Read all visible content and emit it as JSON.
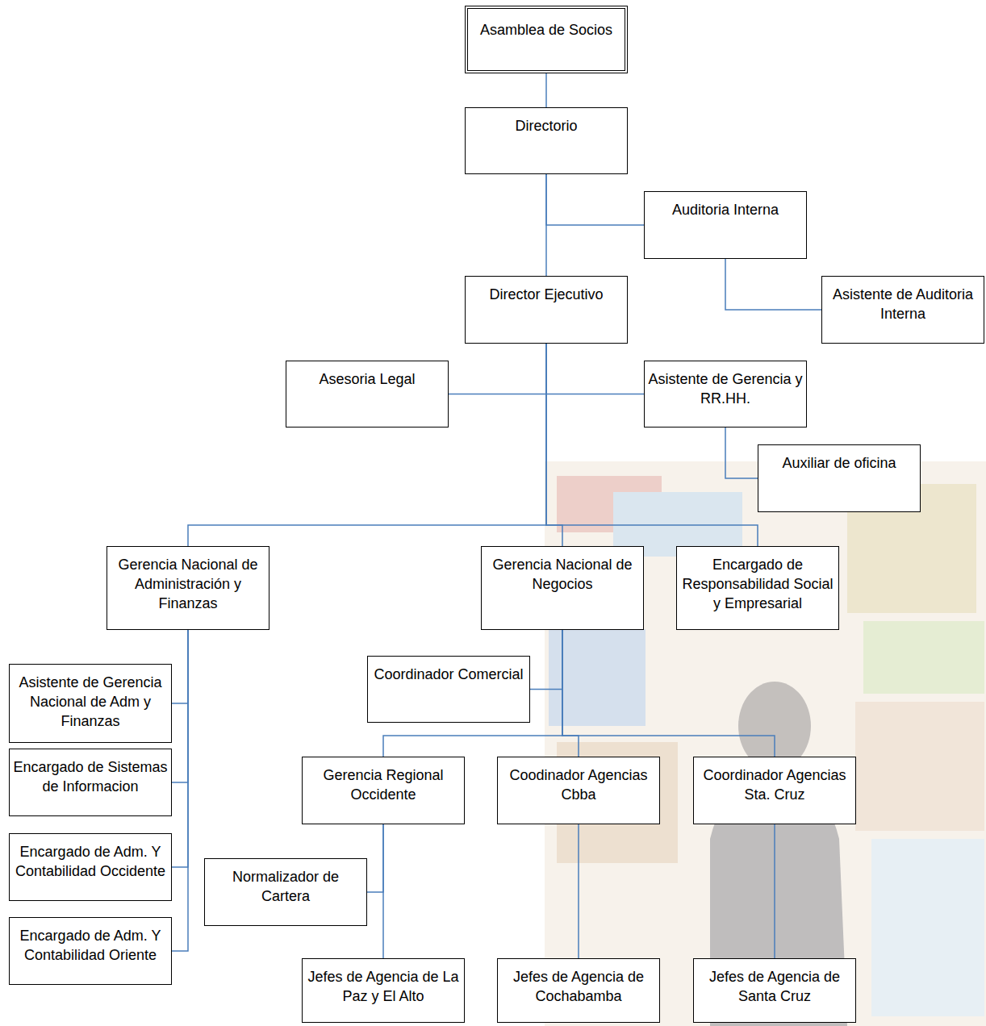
{
  "diagram": {
    "nodes": [
      {
        "text": [
          "Asamblea de Socios"
        ]
      },
      {
        "text": [
          "Directorio"
        ]
      },
      {
        "text": [
          "Auditoria Interna"
        ]
      },
      {
        "text": [
          "Asistente de Auditoria Interna"
        ]
      },
      {
        "text": [
          "Director Ejecutivo"
        ]
      },
      {
        "text": [
          "Asesoria Legal"
        ]
      },
      {
        "text": [
          "Asistente de Gerencia y RR.HH."
        ]
      },
      {
        "text": [
          "Auxiliar de oficina"
        ]
      },
      {
        "text": [
          "Gerencia Nacional de Administración y Finanzas"
        ]
      },
      {
        "text": [
          "Gerencia Nacional de Negocios"
        ]
      },
      {
        "text": [
          "Encargado de Responsabilidad Social y Empresarial"
        ]
      },
      {
        "text": [
          "Asistente de Gerencia Nacional de Adm y Finanzas"
        ]
      },
      {
        "text": [
          "Coordinador Comercial"
        ]
      },
      {
        "text": [
          "Encargado de Sistemas de Informacion"
        ]
      },
      {
        "text": [
          "Gerencia Regional Occidente"
        ]
      },
      {
        "text": [
          "Coodinador Agencias Cbba"
        ]
      },
      {
        "text": [
          "Coordinador Agencias Sta. Cruz"
        ]
      },
      {
        "text": [
          "Encargado de Adm. Y Contabilidad Occidente"
        ]
      },
      {
        "text": [
          "Normalizador de Cartera"
        ]
      },
      {
        "text": [
          "Encargado de Adm. Y Contabilidad Oriente"
        ]
      },
      {
        "text": [
          "Jefes de Agencia de La Paz y El Alto"
        ]
      },
      {
        "text": [
          "Jefes de Agencia de Cochabamba"
        ]
      },
      {
        "text": [
          "Jefes de Agencia de Santa Cruz"
        ]
      }
    ],
    "edges": [
      {
        "from": 0,
        "to": 1,
        "arrow": "none"
      },
      {
        "from": 1,
        "to": 2,
        "arrow": "none"
      },
      {
        "from": 1,
        "to": 4,
        "arrow": "none"
      },
      {
        "from": 2,
        "to": 3,
        "arrow": "none"
      },
      {
        "from": 4,
        "to": 5,
        "arrow": "none"
      },
      {
        "from": 4,
        "to": 6,
        "arrow": "none"
      },
      {
        "from": 6,
        "to": 7,
        "arrow": "none"
      },
      {
        "from": 4,
        "to": 8,
        "arrow": "none"
      },
      {
        "from": 4,
        "to": 9,
        "arrow": "none"
      },
      {
        "from": 4,
        "to": 10,
        "arrow": "none"
      },
      {
        "from": 8,
        "to": 11,
        "arrow": "none"
      },
      {
        "from": 8,
        "to": 13,
        "arrow": "none"
      },
      {
        "from": 8,
        "to": 17,
        "arrow": "none"
      },
      {
        "from": 8,
        "to": 19,
        "arrow": "none"
      },
      {
        "from": 9,
        "to": 12,
        "arrow": "none"
      },
      {
        "from": 9,
        "to": 14,
        "arrow": "none"
      },
      {
        "from": 9,
        "to": 15,
        "arrow": "none"
      },
      {
        "from": 9,
        "to": 16,
        "arrow": "none"
      },
      {
        "from": 14,
        "to": 18,
        "arrow": "none"
      },
      {
        "from": 14,
        "to": 20,
        "arrow": "none"
      },
      {
        "from": 15,
        "to": 21,
        "arrow": "none"
      },
      {
        "from": 16,
        "to": 22,
        "arrow": "none"
      }
    ]
  }
}
